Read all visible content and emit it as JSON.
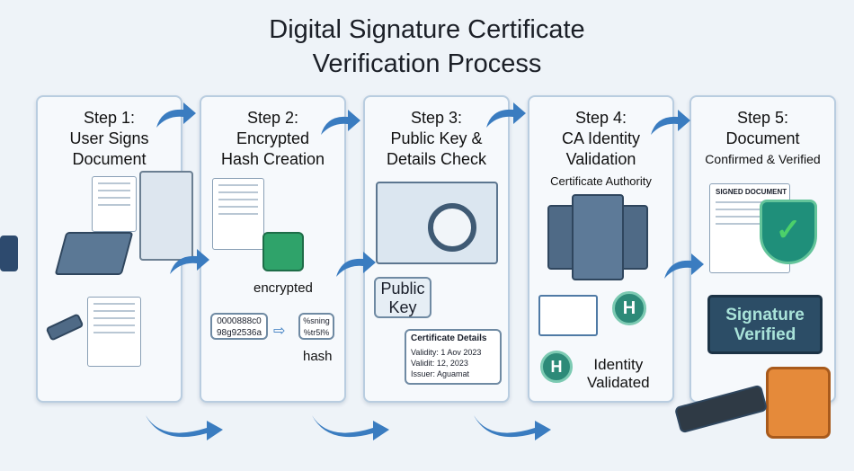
{
  "title": [
    "Digital Signature Certificate",
    "Verification Process"
  ],
  "steps": [
    {
      "heading": "Step 1:",
      "lines": [
        "User Signs",
        "Document"
      ]
    },
    {
      "heading": "Step 2:",
      "lines": [
        "Encrypted",
        "Hash Creation"
      ],
      "encrypted_label": "encrypted",
      "hash_input": [
        "0000888c0",
        "98g92536a"
      ],
      "hash_output": [
        "%sning",
        "%tr5l%"
      ],
      "hash_label": "hash"
    },
    {
      "heading": "Step 3:",
      "lines": [
        "Public Key &",
        "Details Check"
      ],
      "public_key_label": [
        "Public",
        "Key"
      ],
      "certificate": {
        "title": "Certificate Details",
        "rows": [
          "Validity: 1 Aov 2023",
          "Validit: 12, 2023",
          "Issuer: Aguamat"
        ]
      }
    },
    {
      "heading": "Step 4:",
      "lines": [
        "CA Identity",
        "Validation"
      ],
      "authority_label": "Certificate Authority",
      "identity_label": [
        "Identity",
        "Validated"
      ]
    },
    {
      "heading": "Step 5:",
      "lines": [
        "Document",
        "Confirmed & Verified"
      ],
      "signed_doc_label": "SIGNED DOCUMENT",
      "verified_label": [
        "Signature",
        "Verified"
      ]
    }
  ],
  "colors": {
    "arrow": "#3a7cc0",
    "panel_border": "#b9cde0",
    "verified_bg": "#2c4d66",
    "verified_text": "#a9e3d9",
    "shield": "#1f8f7a",
    "check": "#4cd06a"
  }
}
